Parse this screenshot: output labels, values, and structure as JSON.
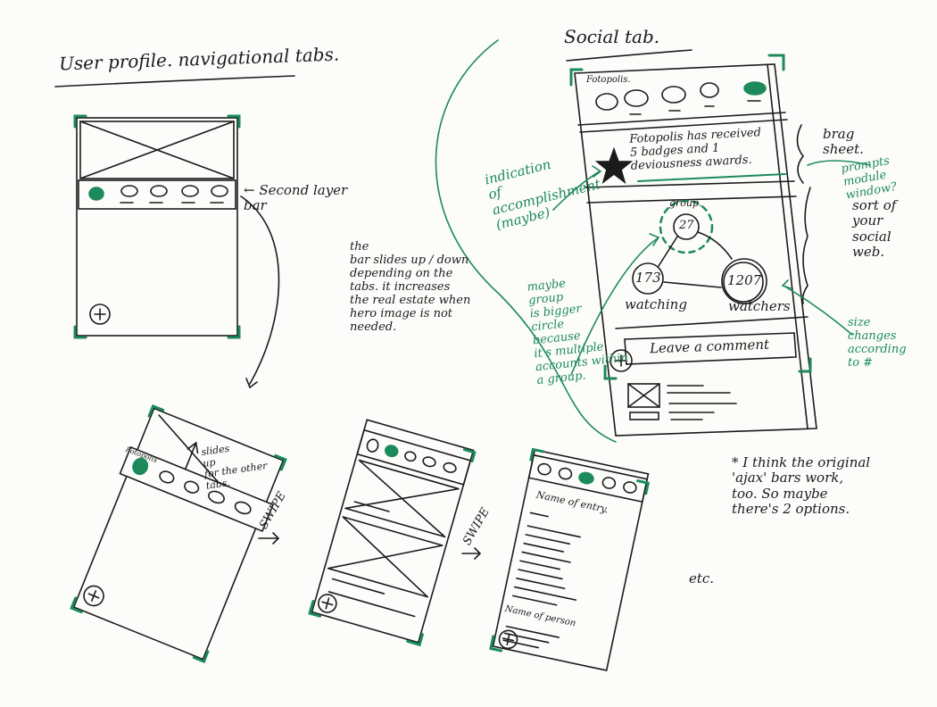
{
  "colors": {
    "ink": "#1b1b1b",
    "accent_green": "#1d8a5c",
    "paper": "#fcfcfa"
  },
  "left_sketch": {
    "title": "User profile. navigational tabs.",
    "second_layer_note": "← Second layer\nbar",
    "bar_note": "the\nbar slides up / down\ndepending on the\ntabs. it increases\nthe real estate when\nhero image is not\nneeded."
  },
  "social_tab": {
    "title": "Social tab.",
    "app_name": "Fotopolis.",
    "brag_text": "Fotopolis has received\n5 badges and 1\ndeviousness awards.",
    "brag_label": "brag\nsheet.",
    "prompts_note": "prompts\nmodule\nwindow?",
    "accomplishment_note": "indication\nof\naccomplishment\n(maybe)",
    "group_label": "group.",
    "group_count": "27",
    "watching_count": "173",
    "watchers_count": "1207",
    "watching_label": "watching",
    "watchers_label": "watchers",
    "social_web_label": "sort of\nyour\nsocial\nweb.",
    "group_note": "maybe\ngroup\nis bigger\ncircle\nbecause\nit's multiple\naccounts within\na group.",
    "size_note": "size\nchanges\naccording\nto #",
    "comment_placeholder": "Leave a comment"
  },
  "flow": {
    "slides_note": "slides\nup\nfor the other\ntabs.",
    "app_name": "Fotopolis",
    "swipe_1": "SWIPE",
    "swipe_2": "SWIPE",
    "entry_name": "Name of entry.",
    "person_name": "Name of person",
    "etc": "etc."
  },
  "footnote": "* I think the original\n'ajax' bars work,\ntoo. So maybe\nthere's 2 options."
}
